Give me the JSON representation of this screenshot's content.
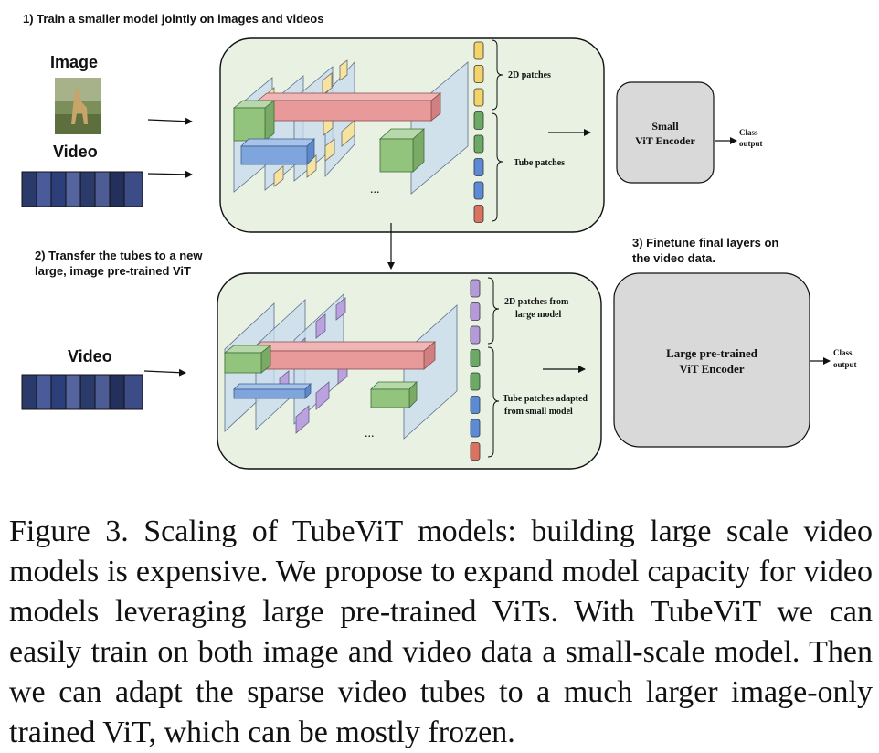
{
  "steps": {
    "step1": "1) Train a smaller model jointly on images and videos",
    "step2_line1": "2) Transfer the tubes to a new",
    "step2_line2": "large, image pre-trained ViT",
    "step3_line1": "3) Finetune final layers on",
    "step3_line2": "the video data."
  },
  "inputs": {
    "image_label": "Image",
    "video_label": "Video",
    "video_label2": "Video"
  },
  "top_panel": {
    "patches_2d": "2D patches",
    "tube_patches": "Tube patches",
    "ellipsis": "...",
    "token_colors": [
      "#f5d36b",
      "#f5d36b",
      "#f5d36b",
      "#6aaa64",
      "#6aaa64",
      "#5b8bd6",
      "#5b8bd6",
      "#d9725f"
    ]
  },
  "bottom_panel": {
    "patches_2d_line1": "2D patches from",
    "patches_2d_line2": "large model",
    "tube_line1": "Tube patches adapted",
    "tube_line2": "from small model",
    "ellipsis": "...",
    "token_colors": [
      "#b49ad8",
      "#b49ad8",
      "#b49ad8",
      "#6aaa64",
      "#6aaa64",
      "#5b8bd6",
      "#5b8bd6",
      "#d9725f"
    ]
  },
  "encoders": {
    "small_line1": "Small",
    "small_line2": "ViT Encoder",
    "large_line1": "Large pre-trained",
    "large_line2": "ViT Encoder",
    "class_line1": "Class",
    "class_line2": "output"
  },
  "colors": {
    "panel_fill": "#e8f1e2",
    "encoder_fill": "#d9d9d9",
    "plane_fill": "#c9dbef",
    "red_tube": "#e89a9a",
    "blue_tube": "#7ea6dc",
    "green_cube": "#93c47d",
    "yellow_patch": "#f7e3a0",
    "purple_patch": "#b9a2dd"
  },
  "caption": "Figure 3. Scaling of TubeViT models: building large scale video models is expensive. We propose to expand model capacity for video models leveraging large pre-trained ViTs. With TubeViT we can easily train on both image and video data a small-scale model. Then we can adapt the sparse video tubes to a much larger image-only trained ViT, which can be mostly frozen."
}
